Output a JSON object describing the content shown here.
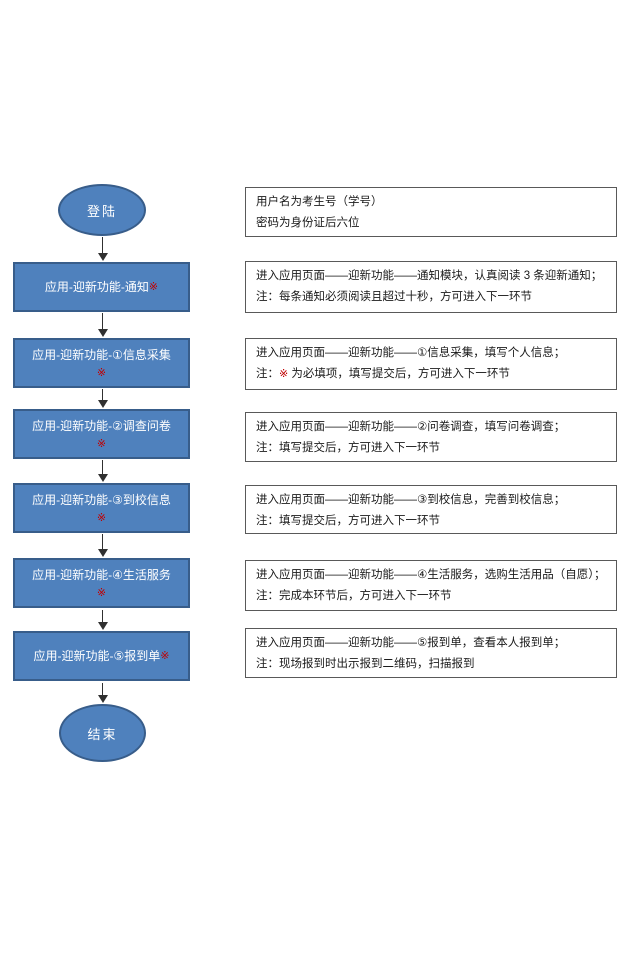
{
  "colors": {
    "node_fill": "#4F81BD",
    "node_border": "#385D8A",
    "node_text": "#FFFFFF",
    "required_mark": "#C00000",
    "note_border": "#595959",
    "note_text": "#1A1A1A",
    "arrow": "#303030",
    "background": "#FFFFFF"
  },
  "flowchart": {
    "start": {
      "label": "登陆"
    },
    "end": {
      "label": "结束"
    },
    "steps": [
      {
        "label": "应用-迎新功能-通知",
        "mark": "※",
        "mark_position": "inline"
      },
      {
        "label": "应用-迎新功能-①信息采集",
        "mark": "※",
        "mark_position": "below"
      },
      {
        "label": "应用-迎新功能-②调查问卷",
        "mark": "※",
        "mark_position": "below"
      },
      {
        "label": "应用-迎新功能-③到校信息",
        "mark": "※",
        "mark_position": "below"
      },
      {
        "label": "应用-迎新功能-④生活服务",
        "mark": "※",
        "mark_position": "below"
      },
      {
        "label": "应用-迎新功能-⑤报到单",
        "mark": "※",
        "mark_position": "inline"
      }
    ]
  },
  "notes": [
    {
      "line1": "用户名为考生号（学号）",
      "line2": "密码为身份证后六位"
    },
    {
      "line1": "进入应用页面——迎新功能——通知模块，认真阅读 3 条迎新通知；",
      "line2": "注：每条通知必须阅读且超过十秒，方可进入下一环节"
    },
    {
      "line1": "进入应用页面——迎新功能——①信息采集，填写个人信息；",
      "line2_prefix": "注：",
      "line2_mark": "※",
      "line2_suffix": " 为必填项，填写提交后，方可进入下一环节"
    },
    {
      "line1": "进入应用页面——迎新功能——②问卷调查，填写问卷调查；",
      "line2": "注：填写提交后，方可进入下一环节"
    },
    {
      "line1": "进入应用页面——迎新功能——③到校信息，完善到校信息；",
      "line2": "注：填写提交后，方可进入下一环节"
    },
    {
      "line1": "进入应用页面——迎新功能——④生活服务，选购生活用品（自愿）；",
      "line2": "注：完成本环节后，方可进入下一环节"
    },
    {
      "line1": "进入应用页面——迎新功能——⑤报到单，查看本人报到单；",
      "line2": "注：现场报到时出示报到二维码，扫描报到"
    }
  ]
}
